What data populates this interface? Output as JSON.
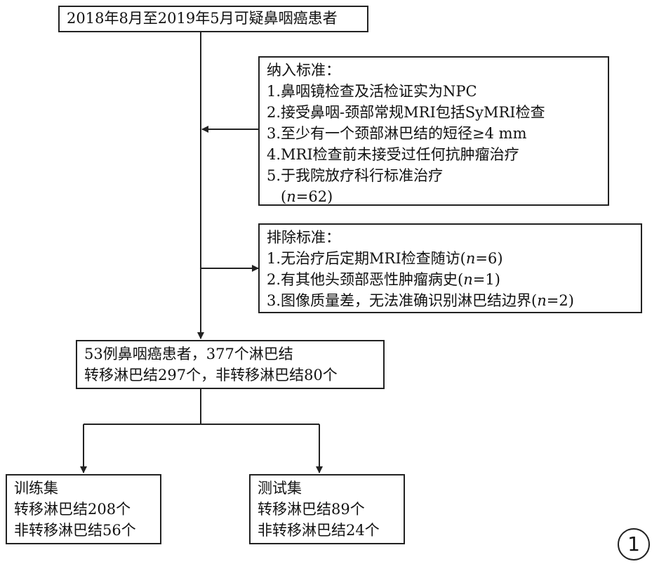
{
  "top_box": {
    "text": "2018年8月至2019年5月可疑鼻咽癌患者"
  },
  "inclusion": {
    "title": "纳入标准：",
    "items": [
      "1.鼻咽镜检查及活检证实为NPC",
      "2.接受鼻咽-颈部常规MRI包括SyMRI检查",
      "3.至少有一个颈部淋巴结的短径≥4 mm",
      "4.MRI检查前未接受过任何抗肿瘤治疗",
      "5.于我院放疗科行标准治疗"
    ],
    "count_prefix": "(",
    "count_var": "n",
    "count_value": "=62)"
  },
  "exclusion": {
    "title": "排除标准：",
    "items": [
      {
        "text": "1.无治疗后定期MRI检查随访(",
        "var": "n",
        "value": "=6)"
      },
      {
        "text": "2.有其他头颈部恶性肿瘤病史(",
        "var": "n",
        "value": "=1)"
      },
      {
        "text": "3.图像质量差，无法准确识别淋巴结边界(",
        "var": "n",
        "value": "=2)"
      }
    ]
  },
  "cohort": {
    "line1": "53例鼻咽癌患者，377个淋巴结",
    "line2": "转移淋巴结297个，非转移淋巴结80个"
  },
  "training": {
    "title": "训练集",
    "line1": "转移淋巴结208个",
    "line2": "非转移淋巴结56个"
  },
  "testing": {
    "title": "测试集",
    "line1": "转移淋巴结89个",
    "line2": "非转移淋巴结24个"
  },
  "figure_label": "1"
}
